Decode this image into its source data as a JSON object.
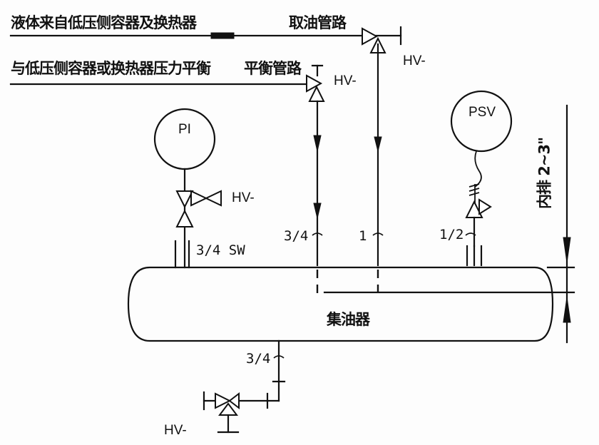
{
  "labels": {
    "liquid_from": "液体来自低压侧容器及换热器",
    "balance_with": "与低压侧容器或换热器压力平衡",
    "drain_line": "取油管路",
    "balance_line": "平衡管路",
    "oil_collector": "集油器",
    "pi": "PI",
    "psv": "PSV",
    "hv_top_right": "HV-",
    "hv_balance": "HV-",
    "hv_pi": "HV-",
    "hv_bottom": "HV-",
    "size_pi": "3/4 SW",
    "size_balance": "3/4",
    "size_drain": "1",
    "size_psv": "1/2",
    "size_bottom": "3/4",
    "vertical_note": "内排 2~3\""
  },
  "colors": {
    "line": "#111111",
    "background": "#fdfdfd"
  }
}
